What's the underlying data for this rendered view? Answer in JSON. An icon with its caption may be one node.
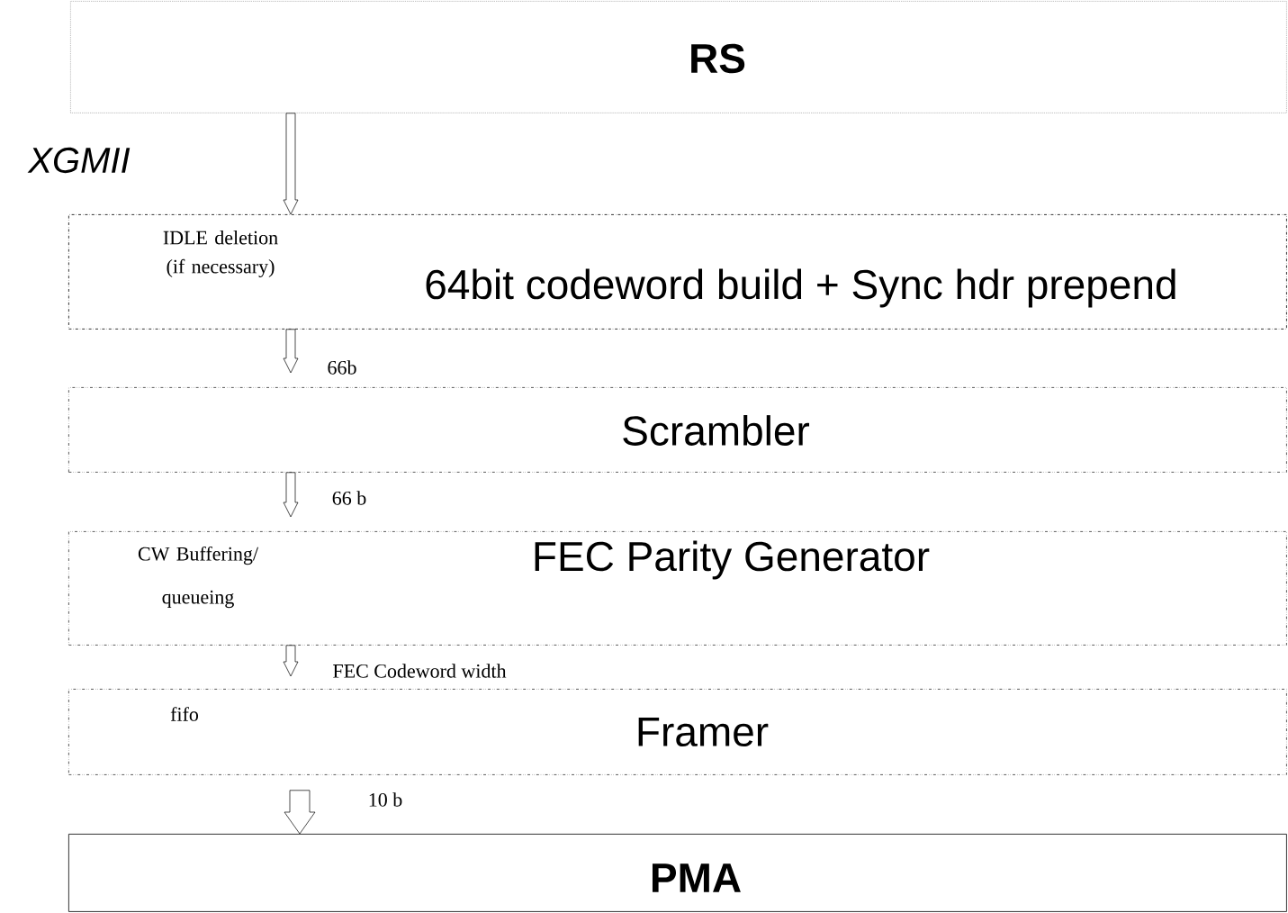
{
  "diagram": {
    "nodes": [
      {
        "text": [
          "RS"
        ]
      },
      {
        "text": [
          "IDLE deletion (if necessary)",
          "64bit codeword build + Sync hdr prepend"
        ]
      },
      {
        "text": [
          "Scrambler"
        ]
      },
      {
        "text": [
          "CW Buffering/ queueing",
          "FEC Parity Generator"
        ]
      },
      {
        "text": [
          "fifo",
          "Framer"
        ]
      },
      {
        "text": [
          "PMA"
        ]
      }
    ],
    "edges": [
      {
        "from": 0,
        "to": 1,
        "arrow": "to"
      },
      {
        "from": 1,
        "to": 2,
        "arrow": "to",
        "label": "66b"
      },
      {
        "from": 2,
        "to": 3,
        "arrow": "to",
        "label": "66 b"
      },
      {
        "from": 3,
        "to": 4,
        "arrow": "to",
        "label": "FEC Codeword width"
      },
      {
        "from": 4,
        "to": 5,
        "arrow": "to",
        "label": "10 b",
        "style": "thick"
      }
    ],
    "labels": [
      "XGMII"
    ]
  }
}
